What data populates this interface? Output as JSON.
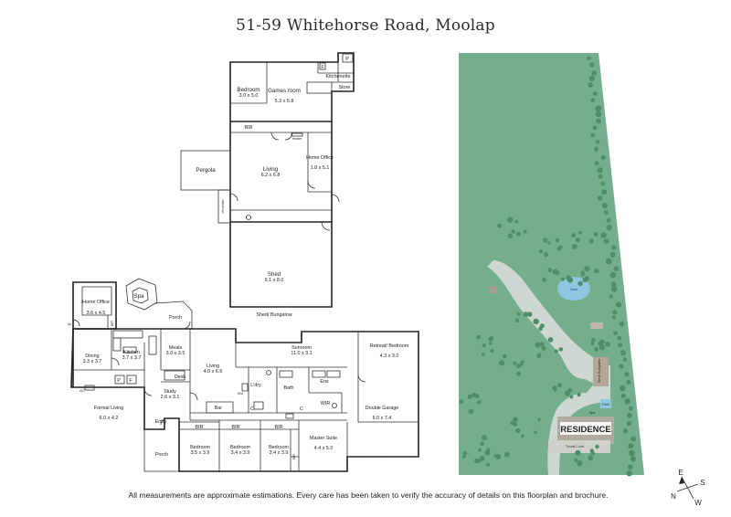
{
  "title": "51-59 Whitehorse Road, Moolap",
  "disclaimer": "All measurements are approximate estimations. Every care has been taken to verify the accuracy of details on this floorplan and brochure.",
  "upper_plan": {
    "bedroom": {
      "name": "Bedroom",
      "dims": "3.0 x 5.0"
    },
    "games": {
      "name": "Games room",
      "dims": "5.3 x 5.8"
    },
    "kitchenette": "Kitchenette",
    "store": "Store",
    "p": "P",
    "f": "F",
    "bir": "BIR",
    "heater": "Heater",
    "pergola": "Pergola",
    "living": {
      "name": "Living",
      "dims": "6.2 x 6.8"
    },
    "home_office": {
      "name": "Home Office",
      "dims": "1.8 x 5.1"
    },
    "verandah": "Verandah",
    "shed": {
      "name": "Shed",
      "dims": "9.1 x 8.0"
    },
    "shed_bungalow": "Shed/ Bungalow"
  },
  "lower_plan": {
    "spa": "Spa",
    "home_office": {
      "name": "Home Office",
      "dims": "3.6 x 4.5"
    },
    "bir_office": "BIR",
    "porch_top": "Porch",
    "dining": {
      "name": "Dining",
      "dims": "3.3 x 3.7"
    },
    "kitchen": {
      "name": "Kitchen",
      "dims": "3.7 x 3.7"
    },
    "meals": {
      "name": "Meals",
      "dims": "3.0 x 3.5"
    },
    "living": {
      "name": "Living",
      "dims": "4.0 x 6.6"
    },
    "sunroom": {
      "name": "Sunroom",
      "dims": "11.0 x 3.1"
    },
    "retreat": {
      "name": "Retreat/ Bedroom",
      "dims": "4.3 x 3.0"
    },
    "ldry": "L'dry",
    "bath": "Bath",
    "ens": "Ens",
    "wir": "WIR",
    "c1": "C",
    "c2": "C",
    "wm": "WM",
    "p": "P",
    "f": "F",
    "desk": "Desk",
    "study": {
      "name": "Study",
      "dims": "2.6 x 3.1"
    },
    "bar": "Bar",
    "formal_living": {
      "name": "Formal Living",
      "dims": "6.0 x 4.2"
    },
    "entry": "Entry",
    "porch_bottom": "Porch",
    "bir1": "BIR",
    "bir2": "BIR",
    "bir3": "BIR",
    "bir_master": "BIR",
    "bedroom1": {
      "name": "Bedroom",
      "dims": "3.5 x 3.9"
    },
    "bedroom2": {
      "name": "Bedroom",
      "dims": "3.4 x 3.9"
    },
    "bedroom3": {
      "name": "Bedroom",
      "dims": "3.4 x 3.9"
    },
    "master": {
      "name": "Master Suite",
      "dims": "4.4 x 5.0"
    },
    "garage": {
      "name": "Double Garage",
      "dims": "6.0 x 7.4"
    },
    "ac": "A/C",
    "up": "Up"
  },
  "site_plan": {
    "residence": "RESIDENCE",
    "dam": "Dam",
    "shed_bungalow": "Shed/ Bungalow",
    "spa": "Spa",
    "pool": "Pool",
    "tennis": "Tennis Court",
    "land_color": "#74ae8d"
  },
  "compass": {
    "n": "N",
    "e": "E",
    "s": "S",
    "w": "W"
  }
}
